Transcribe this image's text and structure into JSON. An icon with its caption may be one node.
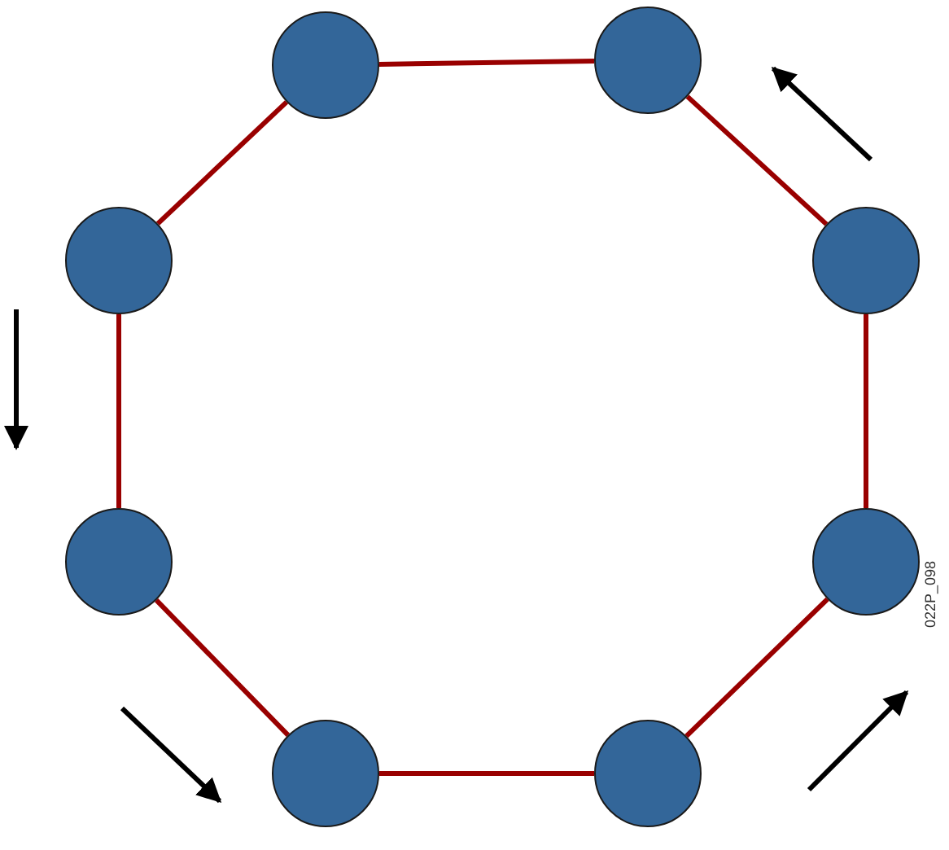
{
  "diagram": {
    "nodes": [
      {
        "text": [],
        "shape": "circle"
      },
      {
        "text": [],
        "shape": "circle"
      },
      {
        "text": [],
        "shape": "circle"
      },
      {
        "text": [],
        "shape": "circle"
      },
      {
        "text": [],
        "shape": "circle"
      },
      {
        "text": [],
        "shape": "circle"
      },
      {
        "text": [],
        "shape": "circle"
      },
      {
        "text": [],
        "shape": "circle"
      }
    ],
    "edges": [
      {
        "from": 0,
        "to": 1,
        "arrow": "none"
      },
      {
        "from": 1,
        "to": 3,
        "arrow": "none"
      },
      {
        "from": 3,
        "to": 5,
        "arrow": "none"
      },
      {
        "from": 5,
        "to": 7,
        "arrow": "none"
      },
      {
        "from": 7,
        "to": 6,
        "arrow": "none"
      },
      {
        "from": 6,
        "to": 4,
        "arrow": "none"
      },
      {
        "from": 4,
        "to": 2,
        "arrow": "none"
      },
      {
        "from": 2,
        "to": 0,
        "arrow": "none"
      }
    ],
    "labels": [
      "022P_098"
    ]
  }
}
